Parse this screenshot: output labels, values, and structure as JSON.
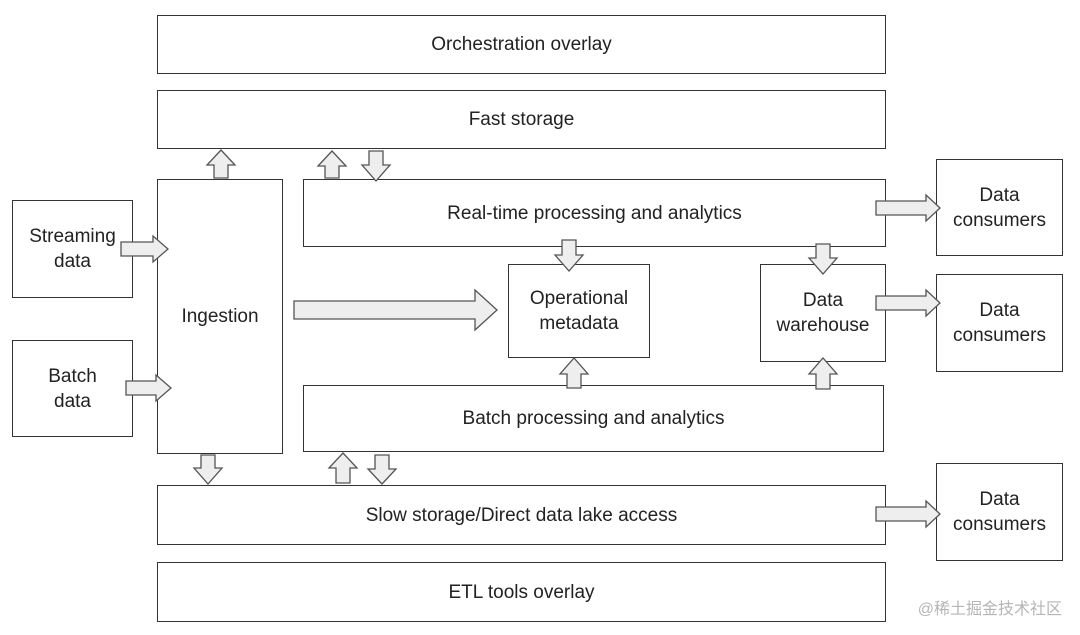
{
  "boxes": {
    "orchestration": "Orchestration overlay",
    "fast_storage": "Fast storage",
    "streaming": "Streaming\ndata",
    "batch": "Batch\ndata",
    "ingestion": "Ingestion",
    "realtime": "Real-time processing and analytics",
    "operational": "Operational\nmetadata",
    "warehouse": "Data\nwarehouse",
    "batch_processing": "Batch processing and analytics",
    "slow_storage": "Slow storage/Direct data lake access",
    "etl": "ETL tools overlay",
    "consumers_1": "Data\nconsumers",
    "consumers_2": "Data\nconsumers",
    "consumers_3": "Data\nconsumers"
  },
  "watermark": "@稀土掘金技术社区",
  "colors": {
    "border": "#333333",
    "arrow_fill": "#eeeeee",
    "arrow_stroke": "#555555"
  }
}
